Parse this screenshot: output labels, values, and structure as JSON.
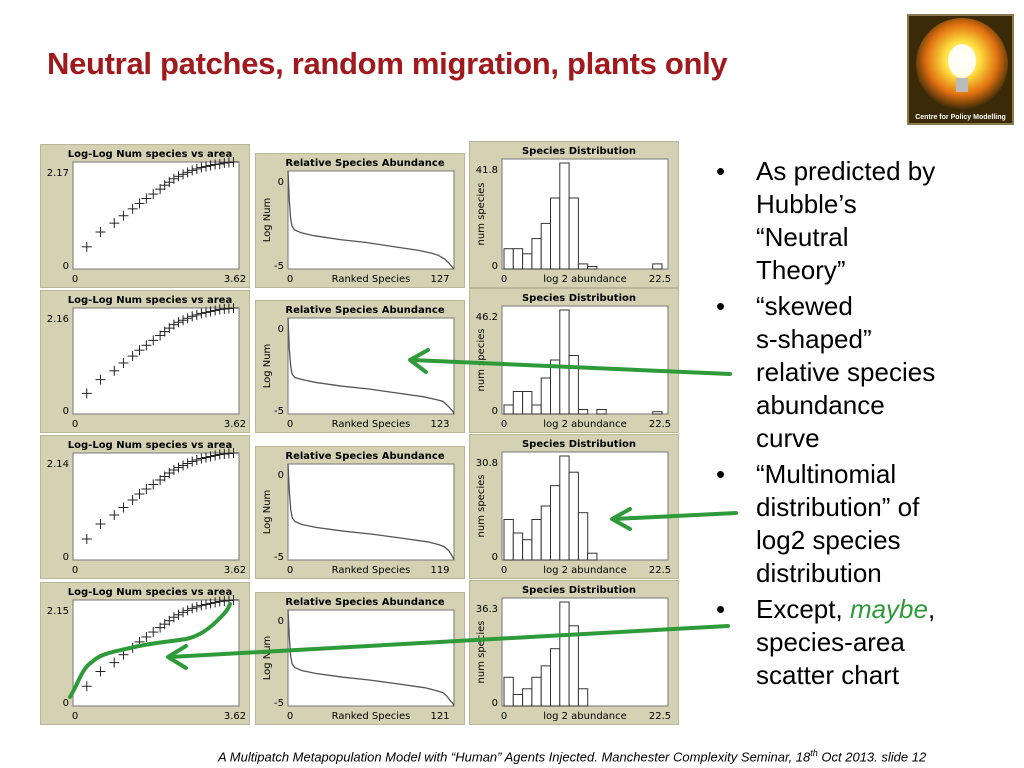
{
  "slide": {
    "title": "Neutral patches, random migration, plants only",
    "logo_text": "Centre for Policy Modelling",
    "footer": {
      "prefix": "A Multipatch Metapopulation Model with “Human” Agents Injected. Manchester Complexity Seminar, 18",
      "sup": "th",
      "suffix": " Oct 2013.  slide  12"
    }
  },
  "bullets": [
    {
      "text": "As predicted by\nHubble’s\n“Neutral\nTheory”"
    },
    {
      "text": "“skewed\ns-shaped”\nrelative species\nabundance\ncurve"
    },
    {
      "text": "“Multinomial\ndistribution” of\nlog2 species\ndistribution"
    },
    {
      "text_pre": "Except, ",
      "text_em": "maybe",
      "text_post": ",\nspecies-area\nscatter chart"
    }
  ],
  "colors": {
    "title": "#a0191d",
    "arrow": "#2f9a3a",
    "panel": "#d5d2b4",
    "mark": "#555555"
  },
  "chart_data": [
    {
      "type": "scatter",
      "title": "Log-Log Num species vs area",
      "x_min": "0",
      "x_max": "3.62",
      "y_min": "0",
      "y_max": "2.17",
      "ylim": [
        0,
        2.17
      ],
      "xlim": [
        0,
        3.62
      ],
      "points": [
        [
          0.3,
          0.45
        ],
        [
          0.6,
          0.75
        ],
        [
          0.9,
          0.93
        ],
        [
          1.1,
          1.08
        ],
        [
          1.3,
          1.22
        ],
        [
          1.45,
          1.33
        ],
        [
          1.6,
          1.43
        ],
        [
          1.75,
          1.52
        ],
        [
          1.9,
          1.62
        ],
        [
          2.0,
          1.7
        ],
        [
          2.1,
          1.76
        ],
        [
          2.2,
          1.83
        ],
        [
          2.3,
          1.88
        ],
        [
          2.4,
          1.92
        ],
        [
          2.5,
          1.96
        ],
        [
          2.6,
          2.0
        ],
        [
          2.7,
          2.03
        ],
        [
          2.8,
          2.06
        ],
        [
          2.9,
          2.08
        ],
        [
          3.0,
          2.1
        ],
        [
          3.1,
          2.12
        ],
        [
          3.2,
          2.13
        ],
        [
          3.3,
          2.15
        ],
        [
          3.4,
          2.16
        ],
        [
          3.5,
          2.17
        ]
      ]
    },
    {
      "type": "line",
      "title": "Relative Species Abundance",
      "x_min": "0",
      "x_max": "127",
      "y_min": "-5",
      "y_max": "0",
      "xlabel": "Ranked Species",
      "ylabel": "Log Num",
      "xlim": [
        0,
        127
      ],
      "ylim": [
        -5,
        0
      ],
      "x": [
        0,
        1,
        2,
        3,
        5,
        10,
        20,
        40,
        60,
        80,
        100,
        110,
        115,
        120,
        123,
        125,
        127
      ],
      "y": [
        0,
        -1.5,
        -2.4,
        -2.8,
        -3.0,
        -3.15,
        -3.3,
        -3.5,
        -3.65,
        -3.85,
        -4.05,
        -4.2,
        -4.3,
        -4.5,
        -4.7,
        -4.85,
        -5
      ]
    },
    {
      "type": "bar",
      "title": "Species Distribution",
      "x_min": "0",
      "x_max": "22.5",
      "y_max_label": "41.8",
      "ylim": [
        0,
        41.8
      ],
      "xlabel": "log 2 abundance",
      "ylabel": "num species",
      "values": [
        8,
        8,
        6,
        12,
        18,
        28,
        41.8,
        28,
        2,
        1,
        0,
        0,
        0,
        0,
        0,
        0,
        2
      ]
    },
    {
      "type": "scatter",
      "title": "Log-Log Num species vs area",
      "x_min": "0",
      "x_max": "3.62",
      "y_min": "0",
      "y_max": "2.16",
      "ylim": [
        0,
        2.16
      ],
      "xlim": [
        0,
        3.62
      ],
      "points": [
        [
          0.3,
          0.42
        ],
        [
          0.6,
          0.7
        ],
        [
          0.9,
          0.88
        ],
        [
          1.1,
          1.04
        ],
        [
          1.3,
          1.18
        ],
        [
          1.45,
          1.3
        ],
        [
          1.6,
          1.4
        ],
        [
          1.75,
          1.5
        ],
        [
          1.9,
          1.6
        ],
        [
          2.0,
          1.68
        ],
        [
          2.1,
          1.75
        ],
        [
          2.2,
          1.82
        ],
        [
          2.3,
          1.87
        ],
        [
          2.4,
          1.91
        ],
        [
          2.5,
          1.95
        ],
        [
          2.6,
          1.99
        ],
        [
          2.7,
          2.02
        ],
        [
          2.8,
          2.05
        ],
        [
          2.9,
          2.07
        ],
        [
          3.0,
          2.09
        ],
        [
          3.1,
          2.11
        ],
        [
          3.2,
          2.13
        ],
        [
          3.3,
          2.14
        ],
        [
          3.4,
          2.15
        ],
        [
          3.5,
          2.16
        ]
      ]
    },
    {
      "type": "line",
      "title": "Relative Species Abundance",
      "x_min": "0",
      "x_max": "123",
      "y_min": "-5",
      "y_max": "0",
      "xlabel": "Ranked Species",
      "ylabel": "Log Num",
      "xlim": [
        0,
        123
      ],
      "ylim": [
        -5,
        0
      ],
      "x": [
        0,
        1,
        2,
        3,
        5,
        10,
        20,
        40,
        60,
        80,
        100,
        110,
        115,
        118,
        120,
        122,
        123
      ],
      "y": [
        0,
        -1.6,
        -2.5,
        -2.9,
        -3.1,
        -3.2,
        -3.35,
        -3.55,
        -3.7,
        -3.9,
        -4.1,
        -4.25,
        -4.35,
        -4.55,
        -4.7,
        -4.85,
        -5
      ]
    },
    {
      "type": "bar",
      "title": "Species Distribution",
      "x_min": "0",
      "x_max": "22.5",
      "y_max_label": "46.2",
      "ylim": [
        0,
        46.2
      ],
      "xlabel": "log 2 abundance",
      "ylabel": "num species",
      "values": [
        4,
        10,
        10,
        4,
        16,
        24,
        46.2,
        26,
        2,
        0,
        2,
        0,
        0,
        0,
        0,
        0,
        1
      ]
    },
    {
      "type": "scatter",
      "title": "Log-Log Num species vs area",
      "x_min": "0",
      "x_max": "3.62",
      "y_min": "0",
      "y_max": "2.14",
      "ylim": [
        0,
        2.14
      ],
      "xlim": [
        0,
        3.62
      ],
      "points": [
        [
          0.3,
          0.42
        ],
        [
          0.6,
          0.72
        ],
        [
          0.9,
          0.9
        ],
        [
          1.1,
          1.05
        ],
        [
          1.3,
          1.2
        ],
        [
          1.45,
          1.32
        ],
        [
          1.6,
          1.42
        ],
        [
          1.75,
          1.51
        ],
        [
          1.9,
          1.6
        ],
        [
          2.0,
          1.67
        ],
        [
          2.1,
          1.74
        ],
        [
          2.2,
          1.8
        ],
        [
          2.3,
          1.85
        ],
        [
          2.4,
          1.89
        ],
        [
          2.5,
          1.93
        ],
        [
          2.6,
          1.97
        ],
        [
          2.7,
          2.0
        ],
        [
          2.8,
          2.03
        ],
        [
          2.9,
          2.05
        ],
        [
          3.0,
          2.07
        ],
        [
          3.1,
          2.09
        ],
        [
          3.2,
          2.11
        ],
        [
          3.3,
          2.12
        ],
        [
          3.4,
          2.13
        ],
        [
          3.5,
          2.14
        ]
      ]
    },
    {
      "type": "line",
      "title": "Relative Species Abundance",
      "x_min": "0",
      "x_max": "119",
      "y_min": "-5",
      "y_max": "0",
      "xlabel": "Ranked Species",
      "ylabel": "Log Num",
      "xlim": [
        0,
        119
      ],
      "ylim": [
        -5,
        0
      ],
      "x": [
        0,
        1,
        2,
        3,
        5,
        10,
        20,
        40,
        60,
        80,
        100,
        108,
        112,
        115,
        117,
        118,
        119
      ],
      "y": [
        0,
        -1.5,
        -2.4,
        -2.8,
        -3.0,
        -3.15,
        -3.3,
        -3.5,
        -3.65,
        -3.85,
        -4.05,
        -4.2,
        -4.3,
        -4.5,
        -4.7,
        -4.85,
        -5
      ]
    },
    {
      "type": "bar",
      "title": "Species Distribution",
      "x_min": "0",
      "x_max": "22.5",
      "y_max_label": "30.8",
      "ylim": [
        0,
        30.8
      ],
      "xlabel": "log 2 abundance",
      "ylabel": "num species",
      "values": [
        12,
        8,
        6,
        12,
        16,
        22,
        30.8,
        26,
        14,
        2,
        0,
        0,
        0,
        0,
        0,
        0,
        0
      ]
    },
    {
      "type": "scatter",
      "title": "Log-Log Num species vs area",
      "x_min": "0",
      "x_max": "3.62",
      "y_min": "0",
      "y_max": "2.15",
      "ylim": [
        0,
        2.15
      ],
      "xlim": [
        0,
        3.62
      ],
      "points": [
        [
          0.3,
          0.4
        ],
        [
          0.6,
          0.7
        ],
        [
          0.9,
          0.88
        ],
        [
          1.1,
          1.04
        ],
        [
          1.3,
          1.18
        ],
        [
          1.45,
          1.3
        ],
        [
          1.6,
          1.4
        ],
        [
          1.75,
          1.5
        ],
        [
          1.9,
          1.59
        ],
        [
          2.0,
          1.66
        ],
        [
          2.1,
          1.73
        ],
        [
          2.2,
          1.8
        ],
        [
          2.3,
          1.85
        ],
        [
          2.4,
          1.9
        ],
        [
          2.5,
          1.94
        ],
        [
          2.6,
          1.98
        ],
        [
          2.7,
          2.01
        ],
        [
          2.8,
          2.04
        ],
        [
          2.9,
          2.06
        ],
        [
          3.0,
          2.08
        ],
        [
          3.1,
          2.1
        ],
        [
          3.2,
          2.12
        ],
        [
          3.3,
          2.13
        ],
        [
          3.4,
          2.14
        ],
        [
          3.5,
          2.15
        ]
      ]
    },
    {
      "type": "line",
      "title": "Relative Species Abundance",
      "x_min": "0",
      "x_max": "121",
      "y_min": "-5",
      "y_max": "0",
      "xlabel": "Ranked Species",
      "ylabel": "Log Num",
      "xlim": [
        0,
        121
      ],
      "ylim": [
        -5,
        0
      ],
      "x": [
        0,
        1,
        2,
        3,
        5,
        10,
        20,
        40,
        60,
        80,
        100,
        108,
        113,
        116,
        118,
        120,
        121
      ],
      "y": [
        0,
        -1.5,
        -2.4,
        -2.8,
        -3.0,
        -3.15,
        -3.3,
        -3.5,
        -3.65,
        -3.85,
        -4.05,
        -4.2,
        -4.3,
        -4.5,
        -4.7,
        -4.85,
        -5
      ]
    },
    {
      "type": "bar",
      "title": "Species Distribution",
      "x_min": "0",
      "x_max": "22.5",
      "y_max_label": "36.3",
      "ylim": [
        0,
        36.3
      ],
      "xlabel": "log 2 abundance",
      "ylabel": "num species",
      "values": [
        10,
        4,
        6,
        10,
        14,
        20,
        36.3,
        28,
        6,
        0,
        0,
        0,
        0,
        0,
        0,
        0,
        0
      ]
    }
  ]
}
